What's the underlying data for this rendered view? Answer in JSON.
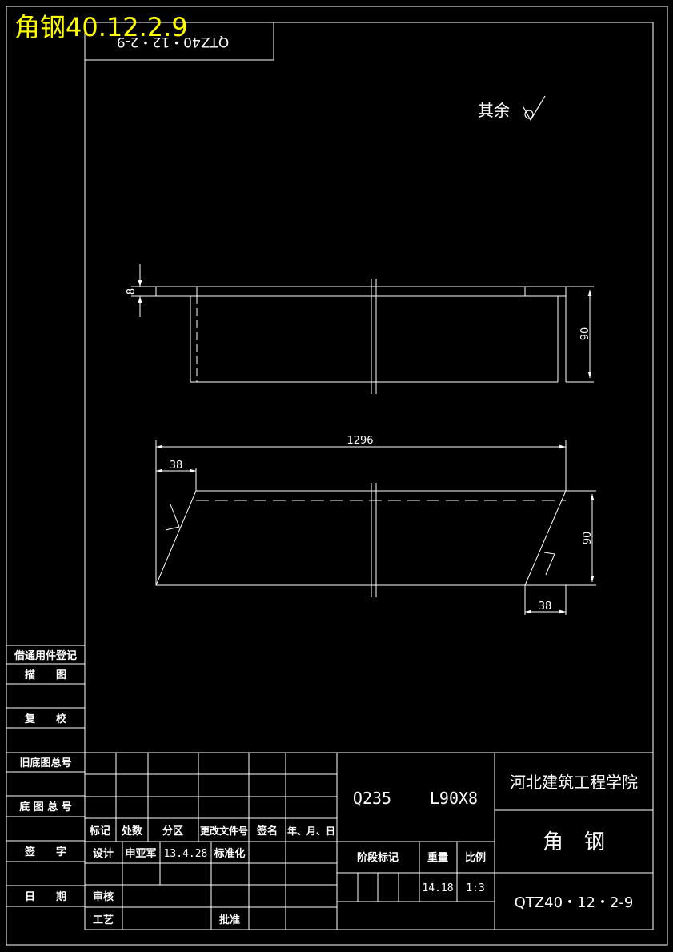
{
  "overlay_title": "角钢40.12.2.9",
  "mirrored_code": "QTZ40・12・2-9",
  "surface_note": "其余",
  "dimensions": {
    "top_thickness": "8",
    "top_height": "90",
    "bottom_length": "1296",
    "bottom_chamfer_left": "38",
    "bottom_height": "90",
    "bottom_chamfer_right": "38"
  },
  "left_panel": {
    "borrow_register": "借通用件登记",
    "trace": "描　　图",
    "recheck": "复　　校",
    "old_base_no": "旧底图总号",
    "base_no": "底 图 总 号",
    "signature": "签　　字",
    "date": "日　　期"
  },
  "title_block": {
    "material": "Q235",
    "spec": "L90X8",
    "institution": "河北建筑工程学院",
    "part_name": "角　钢",
    "drawing_no": "QTZ40・12・2-9",
    "headers": {
      "mark": "标记",
      "count": "处数",
      "zone": "分区",
      "change_doc": "更改文件号",
      "sign": "签名",
      "ymd": "年、月、日"
    },
    "design": "设计",
    "designer": "申亚军",
    "design_date": "13.4.28",
    "standardize": "标准化",
    "review": "审核",
    "process": "工艺",
    "approve": "批准",
    "stage_mark": "阶段标记",
    "weight_label": "重量",
    "scale_label": "比例",
    "weight": "14.18",
    "scale": "1:3"
  }
}
